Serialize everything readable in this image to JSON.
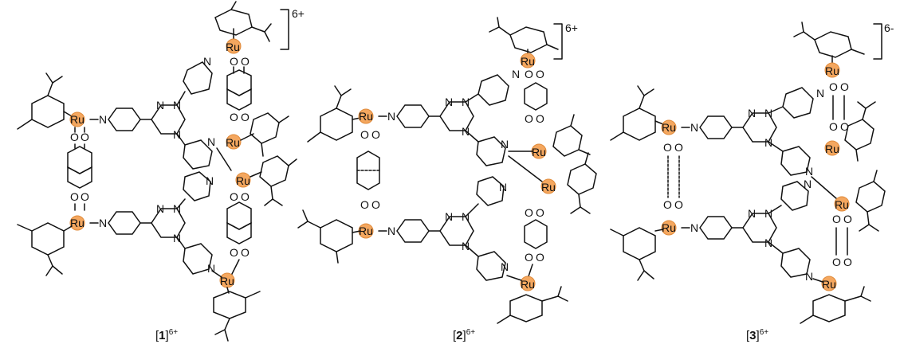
{
  "structures": [
    {
      "id": "1",
      "charge": "6+",
      "caption_open": "[",
      "caption_num": "1",
      "caption_close": "]",
      "caption_sup": "6+"
    },
    {
      "id": "2",
      "charge": "6+",
      "caption_open": "[",
      "caption_num": "2",
      "caption_close": "]",
      "caption_sup": "6+"
    },
    {
      "id": "3",
      "charge": "6-",
      "caption_open": "[",
      "caption_num": "3",
      "caption_close": "]",
      "caption_sup": "6+"
    }
  ],
  "atoms": {
    "ru": "Ru",
    "n": "N",
    "o": "O"
  },
  "colors": {
    "ru_fill": "#f4a75f",
    "ru_stroke": "#e08a3a",
    "bond": "#111111"
  }
}
